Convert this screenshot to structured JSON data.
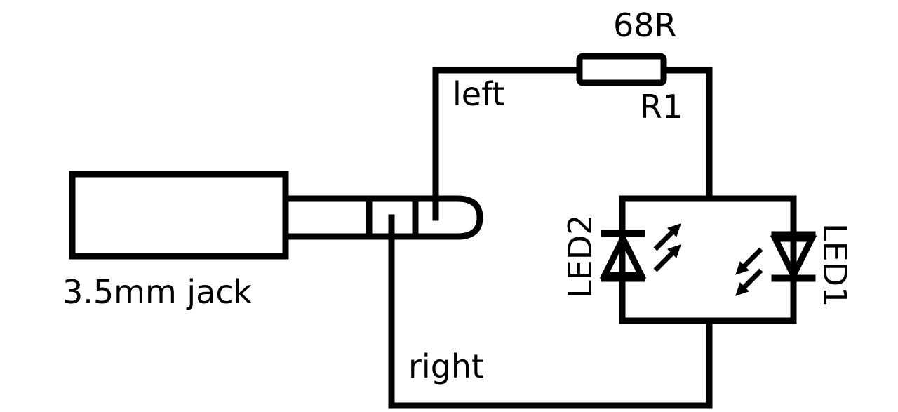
{
  "diagram": {
    "jack_label": "3.5mm jack",
    "resistor_value": "68R",
    "resistor_ref": "R1",
    "left_net_label": "left",
    "right_net_label": "right",
    "led2_label": "LED2",
    "led1_label": "LED1"
  }
}
